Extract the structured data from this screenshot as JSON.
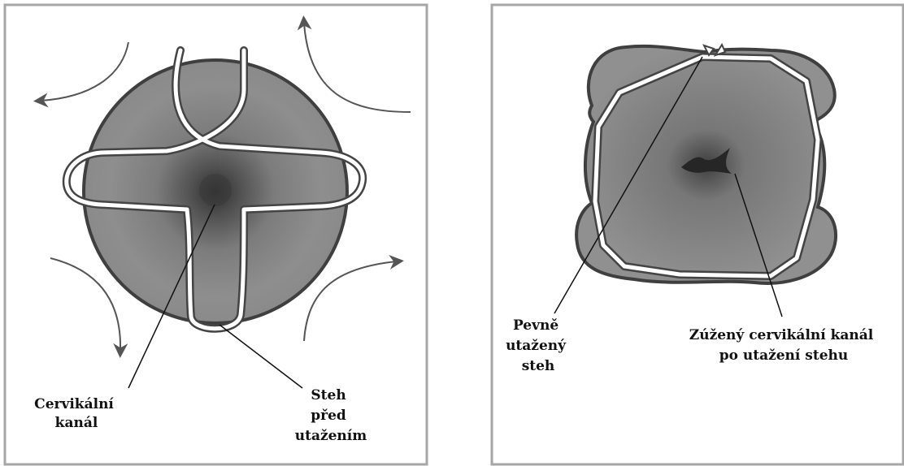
{
  "left_panel": {
    "label_canal_line1": "Cervikální",
    "label_canal_line2": "kanál",
    "label_stitch_line1": "Steh",
    "label_stitch_line2": "před",
    "label_stitch_line3": "utažením"
  },
  "right_panel": {
    "label_tight_line1": "Pevně",
    "label_tight_line2": "utažený",
    "label_tight_line3": "steh",
    "label_narrow_line1": "Zúžený cervikální kanál",
    "label_narrow_line2": "po utažení stehu"
  },
  "colors": {
    "frame": "#a6a6a6",
    "cervix_fill": "#8e8e8e",
    "cervix_edge": "#3f3f3f",
    "suture": "#ffffff",
    "arrow": "#555555"
  }
}
